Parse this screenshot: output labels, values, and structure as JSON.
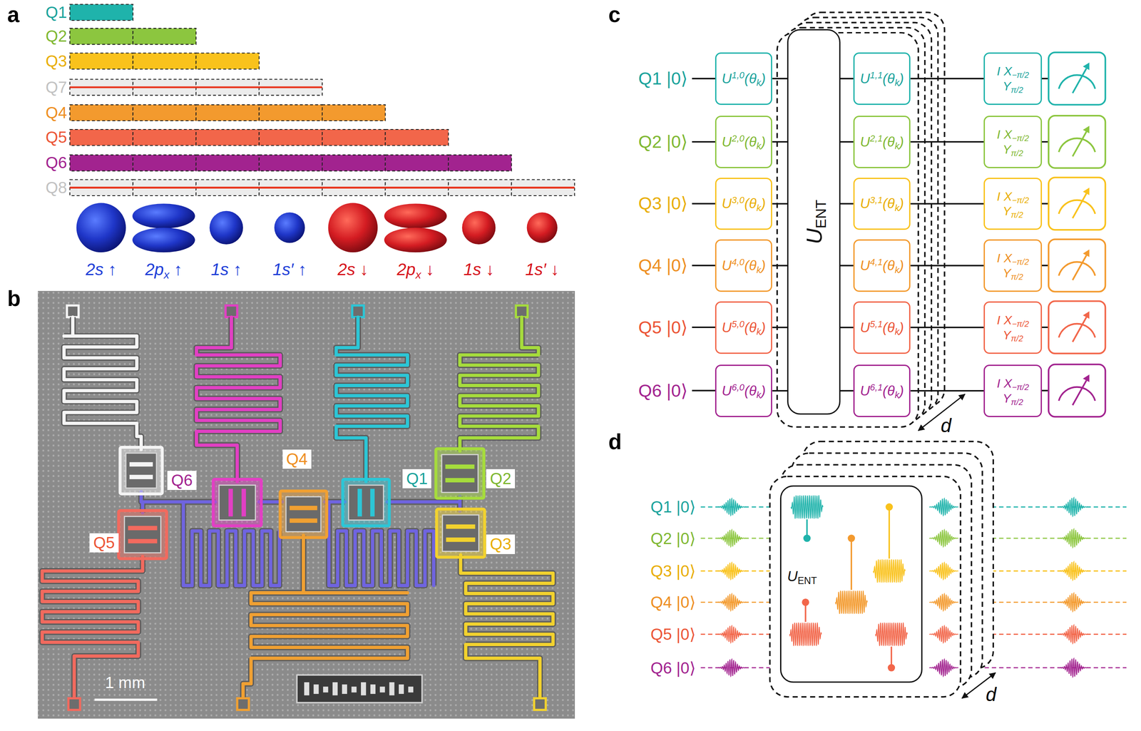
{
  "diagram": {
    "nodes": [
      {
        "text": [
          "UENT"
        ]
      },
      {
        "text": [
          "U1,0(θk)"
        ]
      },
      {
        "text": [
          "U1,1(θk)"
        ]
      },
      {
        "text": [
          "I X−π/2 Yπ/2"
        ]
      },
      {
        "text": [
          "U2,0(θk)"
        ]
      },
      {
        "text": [
          "U2,1(θk)"
        ]
      },
      {
        "text": [
          "I X−π/2 Yπ/2"
        ]
      },
      {
        "text": [
          "U3,0(θk)"
        ]
      },
      {
        "text": [
          "U3,1(θk)"
        ]
      },
      {
        "text": [
          "I X−π/2 Yπ/2"
        ]
      },
      {
        "text": [
          "U4,0(θk)"
        ]
      },
      {
        "text": [
          "U4,1(θk)"
        ]
      },
      {
        "text": [
          "I X−π/2 Yπ/2"
        ]
      },
      {
        "text": [
          "U5,0(θk)"
        ]
      },
      {
        "text": [
          "U5,1(θk)"
        ]
      },
      {
        "text": [
          "I X−π/2 Yπ/2"
        ]
      },
      {
        "text": [
          "U6,0(θk)"
        ]
      },
      {
        "text": [
          "U6,1(θk)"
        ]
      },
      {
        "text": [
          "I X−π/2 Yπ/2"
        ]
      },
      {
        "text": [
          "UENT"
        ]
      }
    ],
    "edges": [
      {
        "from": 1,
        "to": 0,
        "arrow": "none"
      },
      {
        "from": 0,
        "to": 2,
        "arrow": "none"
      },
      {
        "from": 2,
        "to": 3,
        "arrow": "none"
      },
      {
        "from": 4,
        "to": 0,
        "arrow": "none"
      },
      {
        "from": 0,
        "to": 5,
        "arrow": "none"
      },
      {
        "from": 5,
        "to": 6,
        "arrow": "none"
      },
      {
        "from": 7,
        "to": 0,
        "arrow": "none"
      },
      {
        "from": 0,
        "to": 8,
        "arrow": "none"
      },
      {
        "from": 8,
        "to": 9,
        "arrow": "none"
      },
      {
        "from": 10,
        "to": 0,
        "arrow": "none"
      },
      {
        "from": 0,
        "to": 11,
        "arrow": "none"
      },
      {
        "from": 11,
        "to": 12,
        "arrow": "none"
      },
      {
        "from": 13,
        "to": 0,
        "arrow": "none"
      },
      {
        "from": 0,
        "to": 14,
        "arrow": "none"
      },
      {
        "from": 14,
        "to": 15,
        "arrow": "none"
      },
      {
        "from": 16,
        "to": 0,
        "arrow": "none"
      },
      {
        "from": 0,
        "to": 17,
        "arrow": "none"
      },
      {
        "from": 17,
        "to": 18,
        "arrow": "none"
      }
    ],
    "labels": [
      "a",
      "Q1",
      "Q2",
      "Q3",
      "Q7",
      "Q4",
      "Q5",
      "Q6",
      "Q8",
      "2s ↑",
      "2px ↑",
      "1s ↑",
      "1s′ ↑",
      "2s ↓",
      "2px ↓",
      "1s ↓",
      "1s′ ↓",
      "b",
      "Q6",
      "Q4",
      "Q1",
      "Q2",
      "Q5",
      "Q3",
      "1 mm",
      "c",
      "Q1 |0⟩",
      "Q2 |0⟩",
      "Q3 |0⟩",
      "Q4 |0⟩",
      "Q5 |0⟩",
      "Q6 |0⟩",
      "d",
      "d",
      "Q1 |0⟩",
      "Q2 |0⟩",
      "Q3 |0⟩",
      "Q4 |0⟩",
      "Q5 |0⟩",
      "Q6 |0⟩",
      "d"
    ]
  }
}
